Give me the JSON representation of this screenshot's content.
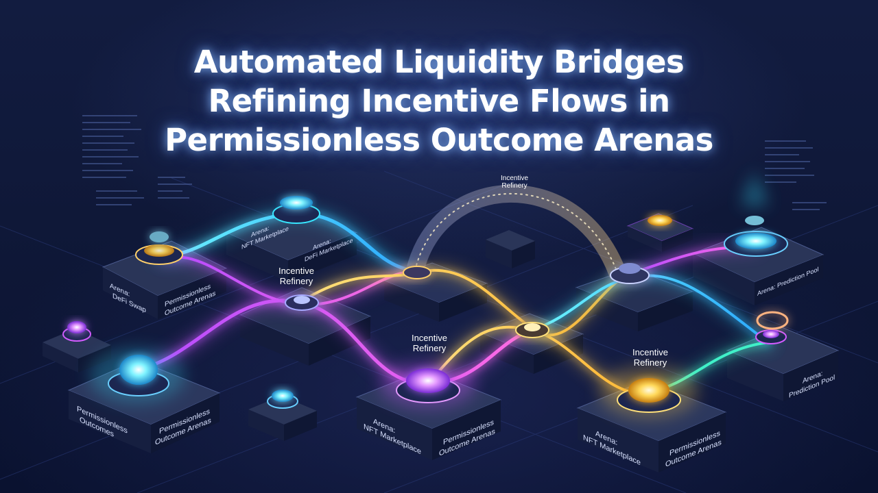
{
  "title": {
    "line1": "Automated Liquidity Bridges",
    "line2": "Refining Incentive Flows in",
    "line3": "Permissionless Outcome Arenas"
  },
  "node_tags": {
    "refinery_top": [
      "Incentive",
      "Refinery"
    ],
    "refinery_left": [
      "Incentive",
      "Refinery"
    ],
    "refinery_center": [
      "Incentive",
      "Refinery"
    ],
    "refinery_right": [
      "Incentive",
      "Refinery"
    ]
  },
  "platform_labels": {
    "defi_swap": [
      "Arena:",
      "DeFi Swap"
    ],
    "outcome_arenas_left": [
      "Permissionless",
      "Outcome Arenas"
    ],
    "nft_marketplace_top": [
      "Arena:",
      "NFT Marketplace"
    ],
    "defi_marketplace_top": [
      "Arena:",
      "DeFi Marketplace"
    ],
    "outcomes_front_left": [
      "Permissionless",
      "Outcomes"
    ],
    "outcome_arenas_front_left": [
      "Permissionless",
      "Outcome Arenas"
    ],
    "nft_marketplace_front": [
      "Arena:",
      "NFT Marketplace"
    ],
    "outcome_arenas_front": [
      "Permissionless",
      "Outcome Arenas"
    ],
    "nft_marketplace_right": [
      "Arena:",
      "NFT Marketplace"
    ],
    "outcome_arenas_right": [
      "Permissionless",
      "Outcome Arenas"
    ],
    "prediction_pool_top": [
      "Arena: Prediction Pool"
    ],
    "prediction_pool_right": [
      "Arena:",
      "Prediction Pool"
    ]
  },
  "colors": {
    "background": "#0d1533",
    "flow_cyan": "#38e6ff",
    "flow_magenta": "#d35cff",
    "flow_gold": "#ffc94a",
    "flow_teal": "#3ff0c8",
    "platform_top": "#2a3558",
    "platform_side": "#121a36"
  }
}
